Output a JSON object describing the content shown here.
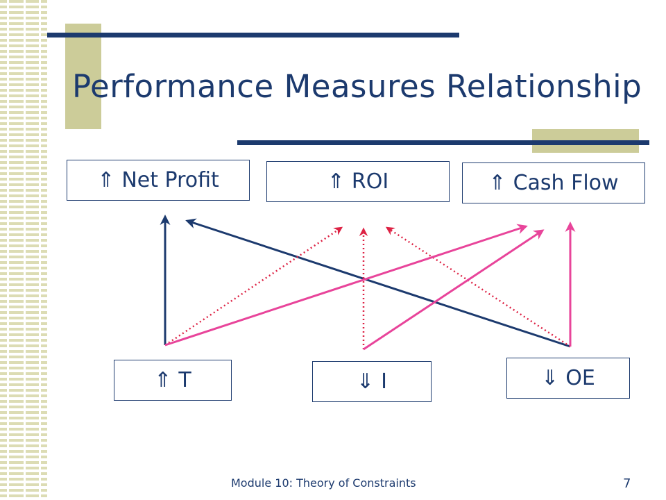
{
  "slide": {
    "title": "Performance Measures Relationship",
    "footer": "Module 10: Theory of Constraints",
    "page_number": "7"
  },
  "top_boxes": [
    {
      "key": "net_profit",
      "arrow": "⇑",
      "label": "Net Profit"
    },
    {
      "key": "roi",
      "arrow": "⇑",
      "label": "ROI"
    },
    {
      "key": "cash_flow",
      "arrow": "⇑",
      "label": "Cash Flow"
    }
  ],
  "bottom_boxes": [
    {
      "key": "t",
      "arrow": "⇑",
      "label": "T"
    },
    {
      "key": "i",
      "arrow": "⇓",
      "label": "I"
    },
    {
      "key": "oe",
      "arrow": "⇓",
      "label": "OE"
    }
  ],
  "links": [
    {
      "from": "t",
      "to": "net_profit",
      "style": "solid",
      "color": "#1c3a6e"
    },
    {
      "from": "oe",
      "to": "net_profit",
      "style": "solid",
      "color": "#1c3a6e"
    },
    {
      "from": "t",
      "to": "roi",
      "style": "dotted",
      "color": "#dd2244"
    },
    {
      "from": "i",
      "to": "roi",
      "style": "dotted",
      "color": "#dd2244"
    },
    {
      "from": "oe",
      "to": "roi",
      "style": "dotted",
      "color": "#dd2244"
    },
    {
      "from": "t",
      "to": "cash_flow",
      "style": "solid",
      "color": "#e8449a"
    },
    {
      "from": "i",
      "to": "cash_flow",
      "style": "solid",
      "color": "#e8449a"
    },
    {
      "from": "oe",
      "to": "cash_flow",
      "style": "solid",
      "color": "#e8449a"
    }
  ],
  "colors": {
    "navy": "#1c3a6e",
    "olive": "#cccc99",
    "magenta": "#e8449a",
    "red": "#dd2244"
  }
}
